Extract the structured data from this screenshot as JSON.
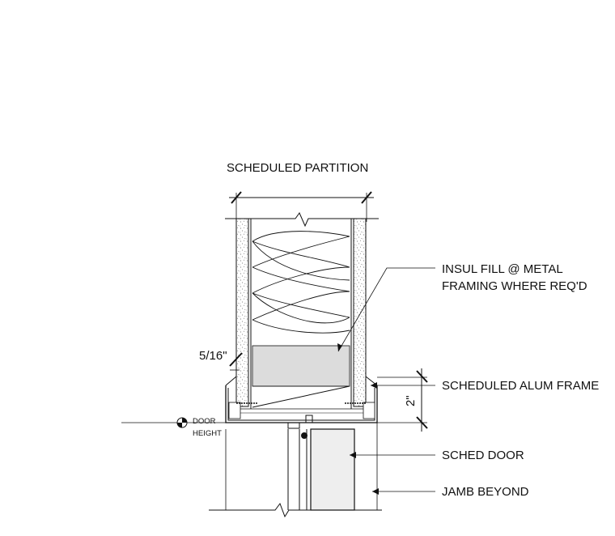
{
  "labels": {
    "scheduled_partition": "SCHEDULED PARTITION",
    "insul_fill_line1": "INSUL FILL @ METAL",
    "insul_fill_line2": "FRAMING WHERE REQ'D",
    "gap_dimension": "5/16\"",
    "scheduled_alum_frame": "SCHEDULED ALUM FRAME",
    "frame_dimension": "2\"",
    "door_height_line1": "DOOR",
    "door_height_line2": "HEIGHT",
    "sched_door": "SCHED DOOR",
    "jamb_beyond": "JAMB BEYOND"
  },
  "colors": {
    "line": "#111111",
    "insulation_block": "#dcdcdc",
    "door_fill": "#eeeeee",
    "gypsum_speckle": "#555555"
  }
}
